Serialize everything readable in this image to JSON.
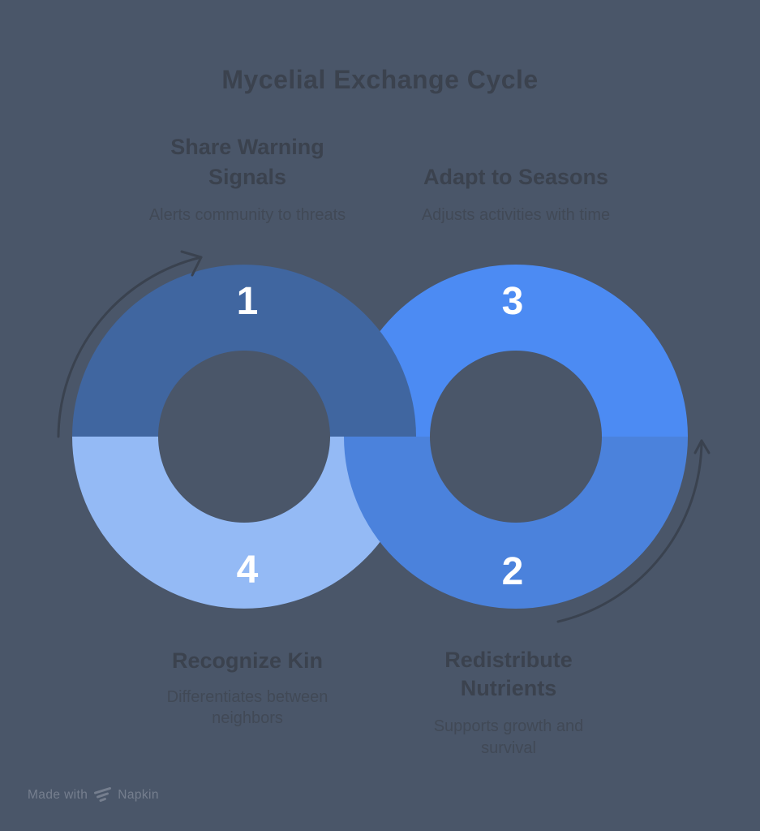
{
  "title": "Mycelial Exchange Cycle",
  "steps": [
    {
      "number": "1",
      "label": "Share Warning Signals",
      "description": "Alerts community to threats"
    },
    {
      "number": "2",
      "label": "Redistribute Nutrients",
      "description": "Supports growth and survival"
    },
    {
      "number": "3",
      "label": "Adapt to Seasons",
      "description": "Adjusts activities with time"
    },
    {
      "number": "4",
      "label": "Recognize Kin",
      "description": "Differentiates between neighbors"
    }
  ],
  "watermark": {
    "text": "Made with",
    "brand": "Napkin"
  },
  "colors": {
    "background": "#4A5669",
    "segment_1": "#4066A0",
    "segment_2": "#4B82DC",
    "segment_3": "#4C8BF3",
    "segment_4": "#94BAF5",
    "number_text": "#FFFFFF",
    "heading_text": "#3B424E",
    "body_text": "#414956",
    "arrow": "#3A424F",
    "watermark_text": "#7D8695"
  }
}
